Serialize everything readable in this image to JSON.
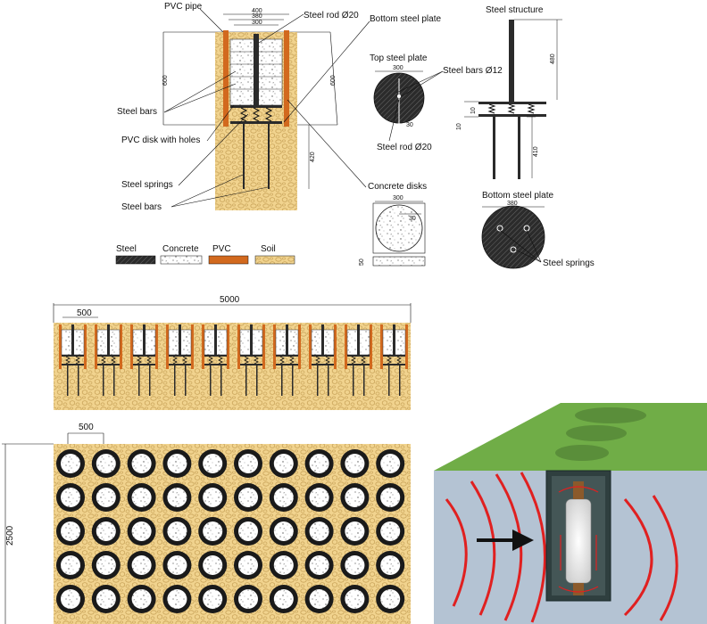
{
  "labels": {
    "pvc_pipe": "PVC pipe",
    "steel_rod_top": "Steel rod Ø20",
    "bottom_plate_top": "Bottom steel plate",
    "top_plate": "Top steel plate",
    "steel_bars_12": "Steel bars Ø12",
    "steel_bars_1": "Steel bars",
    "pvc_disk": "PVC disk with holes",
    "steel_springs_1": "Steel springs",
    "steel_bars_2": "Steel bars",
    "steel_rod_bottom": "Steel rod Ø20",
    "concrete_disks": "Concrete disks",
    "steel_structure": "Steel structure",
    "bottom_plate_right": "Bottom steel plate",
    "steel_springs_2": "Steel springs"
  },
  "dims": {
    "d400": "400",
    "d380": "380",
    "d300": "300",
    "d600": "600",
    "d600b": "600",
    "d420": "420",
    "tp300": "300",
    "tp30": "30",
    "cd300": "300",
    "cd30": "30",
    "cd50": "50",
    "ss480": "480",
    "ss10a": "10",
    "ss10b": "10",
    "ss410": "410",
    "bp380": "380",
    "sec5000": "5000",
    "sec500": "500",
    "plan500": "500",
    "plan2500": "2500"
  },
  "legend": [
    {
      "name": "Steel",
      "color": "#2b2b2b"
    },
    {
      "name": "Concrete",
      "color": "#ffffff"
    },
    {
      "name": "PVC",
      "color": "#d2691e"
    },
    {
      "name": "Soil",
      "color": "#f1d38e"
    }
  ],
  "colors": {
    "soil": "#f1d38e",
    "soil_stroke": "#c9a45a",
    "pvc": "#d2691e",
    "steel": "#2b2b2b",
    "grass": "#70ad47",
    "ground3d": "#b4c3d3",
    "waves": "#e02020"
  },
  "plan_grid": {
    "rows": 5,
    "cols": 10
  }
}
